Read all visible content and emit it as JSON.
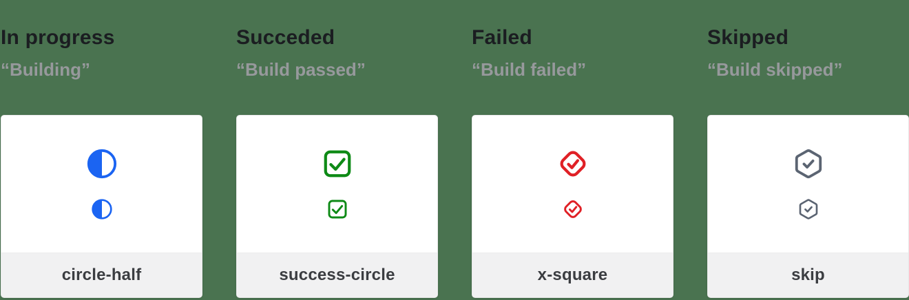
{
  "page": {
    "background_color": "#4A7350"
  },
  "columns": [
    {
      "title": "In progress",
      "subtitle": "“Building”",
      "label": "circle-half",
      "icon": {
        "name": "circle-half-icon",
        "color": "#1B64F2"
      }
    },
    {
      "title": "Succeded",
      "subtitle": "“Build passed”",
      "label": "success-circle",
      "icon": {
        "name": "success-circle-icon",
        "color": "#0E8A16"
      }
    },
    {
      "title": "Failed",
      "subtitle": "“Build failed”",
      "label": "x-square",
      "icon": {
        "name": "x-square-icon",
        "color": "#E02026"
      }
    },
    {
      "title": "Skipped",
      "subtitle": "“Build skipped”",
      "label": "skip",
      "icon": {
        "name": "skip-icon",
        "color": "#5B6472"
      }
    }
  ]
}
